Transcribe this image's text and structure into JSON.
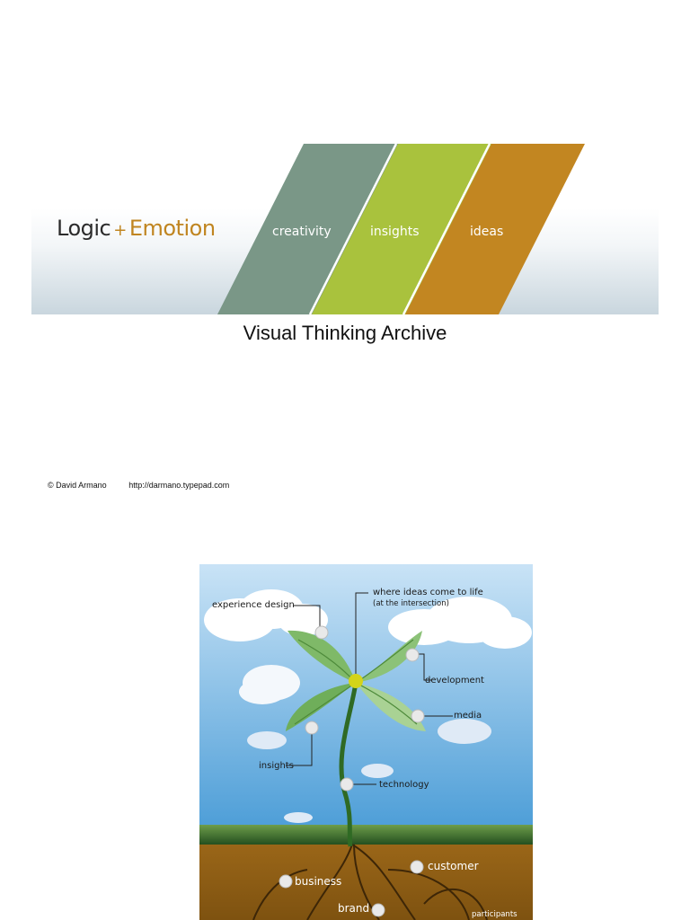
{
  "banner": {
    "logo_logic": "Logic",
    "logo_plus": "+",
    "logo_emotion": "Emotion",
    "bands": [
      {
        "label": "creativity",
        "color": "#7a9787"
      },
      {
        "label": "insights",
        "color": "#a9c23d"
      },
      {
        "label": "ideas",
        "color": "#c28621"
      }
    ]
  },
  "title": "Visual Thinking Archive",
  "credits": {
    "author": "© David Armano",
    "url": "http://darmano.typepad.com"
  },
  "illustration": {
    "labels": {
      "experience_design": "experience design",
      "where_ideas": "where ideas come to life",
      "intersection": "(at the intersection)",
      "development": "development",
      "media": "media",
      "insights": "insights",
      "technology": "technology",
      "customer": "customer",
      "business": "business",
      "brand": "brand",
      "participants": "participants"
    },
    "colors": {
      "sky_top": "#c9e3f6",
      "sky_bottom": "#4f9fd8",
      "grass": "#2f6b2a",
      "soil": "#9a6618",
      "leaf": "#8cc278"
    }
  }
}
